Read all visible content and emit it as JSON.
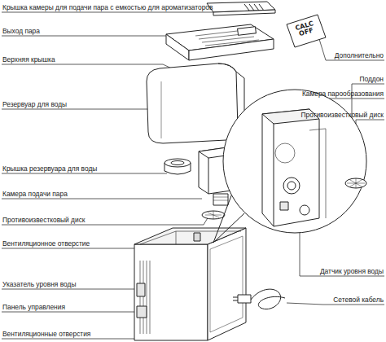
{
  "diagram": {
    "labels": [
      "Крышка камеры для подачи пара с емкостью для ароматизаторов",
      "Выход пара",
      "Верхняя крышка",
      "Резервуар для воды",
      "Крышка резервуара для воды",
      "Камера подачи пара",
      "Противоизвестковый диск",
      "Вентиляционное отверстие",
      "Указатель уровня воды",
      "Панель управления",
      "Вентиляционные отверстия",
      "CALC OFF",
      "Дополнительно",
      "Поддон",
      "Камера парообразования",
      "Противоизвестковый диск",
      "Датчик уровня воды",
      "Сетевой кабель"
    ]
  }
}
